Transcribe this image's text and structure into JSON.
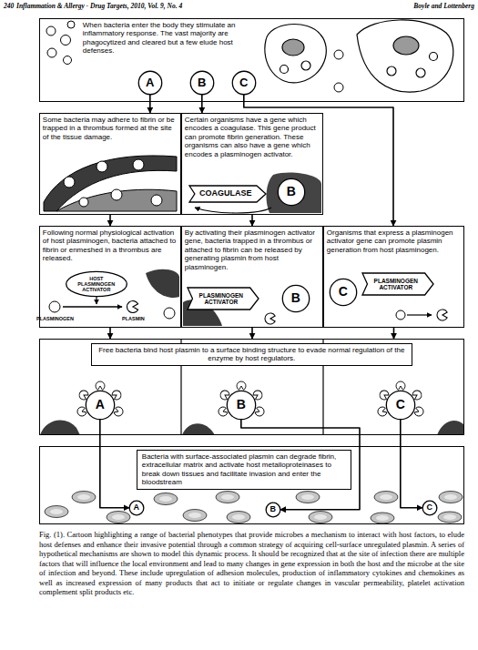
{
  "diagram": {
    "caption": "Fig. (1). Cartoon highlighting a range of bacterial phenotypes that provide microbes a mechanism to interact with host factors, to elude host defenses and enhance their invasive potential through a common strategy of acquiring cell-surface unregulated plasmin. A series of hypothetical mechanisms are shown to model this dynamic process. It should be recognized that at the site of infection there are multiple factors that will influence the local environment and lead to many changes in gene expression in both the host and the microbe at the site of infection and beyond. These include upregulation of adhesion molecules, production of inflammatory cytokines and chemokines as well as increased expression of many products that act to initiate or regulate changes in vascular permeability, platelet activation complement split products etc.",
    "nodes": [
      {
        "text": [
          "When bacteria enter the body they stimulate an inflammatory response. The vast majority are phagocytized and cleared but a few elude host defenses."
        ]
      },
      {
        "text": [
          "A"
        ],
        "in": 0
      },
      {
        "text": [
          "B"
        ],
        "in": 0
      },
      {
        "text": [
          "C"
        ],
        "in": 0
      },
      {
        "text": [
          "Some bacteria may adhere to fibrin or be trapped in a thrombus formed at the site of the tissue damage."
        ]
      },
      {
        "text": [
          "Certain organisms have a gene which encodes a coagulase. This gene product can promote fibrin generation. These organisms can also have a gene which encodes a plasminogen activator."
        ]
      },
      {
        "text": [
          "COAGULASE"
        ],
        "in": 5
      },
      {
        "text": [
          "B"
        ],
        "in": 5
      },
      {
        "text": [
          "Following normal physiological activation of host plasminogen, bacteria attached to fibrin or enmeshed in a thrombus are released."
        ]
      },
      {
        "text": [
          "HOST PLASMINOGEN ACTIVATOR"
        ],
        "in": 8
      },
      {
        "text": [
          "By activating their plasminogen activator gene, bacteria trapped in a thrombus or attached to fibrin can be released by generating plasmin from host plasminogen."
        ]
      },
      {
        "text": [
          "PLASMINOGEN ACTIVATOR"
        ],
        "in": 10
      },
      {
        "text": [
          "B"
        ],
        "in": 10
      },
      {
        "text": [
          "Organisms that express a plasminogen activator gene can promote plasmin generation from host plasminogen."
        ]
      },
      {
        "text": [
          "C"
        ],
        "in": 13
      },
      {
        "text": [
          "PLASMINOGEN ACTIVATOR"
        ],
        "in": 13
      },
      {
        "text": [
          "Free bacteria bind host plasmin to a surface binding structure to evade normal regulation of the enzyme by host regulators."
        ]
      },
      {
        "text": [
          "A"
        ],
        "in": 16
      },
      {
        "text": [
          "B"
        ],
        "in": 16
      },
      {
        "text": [
          "C"
        ],
        "in": 16
      },
      {
        "text": [
          "Bacteria with surface-associated plasmin can degrade fibrin, extracellular matrix and activate host metalloproteinases to break down tissues and facilitate invasion and enter the bloodstream"
        ]
      },
      {
        "text": [
          "A"
        ],
        "in": 20
      },
      {
        "text": [
          "B"
        ],
        "in": 20
      },
      {
        "text": [
          "C"
        ],
        "in": 20
      }
    ],
    "edges": [
      {
        "from": 1,
        "to": 4,
        "arrow": "to"
      },
      {
        "from": 2,
        "to": 5,
        "arrow": "to"
      },
      {
        "from": 3,
        "to": 13,
        "arrow": "to"
      },
      {
        "from": 4,
        "to": 8,
        "arrow": "to"
      },
      {
        "from": 5,
        "to": 10,
        "arrow": "to"
      },
      {
        "from": 8,
        "to": 16,
        "arrow": "to"
      },
      {
        "from": 10,
        "to": 16,
        "arrow": "to"
      },
      {
        "from": 13,
        "to": 16,
        "arrow": "to"
      },
      {
        "from": 17,
        "to": 21,
        "arrow": "to"
      },
      {
        "from": 18,
        "to": 22,
        "arrow": "to"
      },
      {
        "from": 19,
        "to": 23,
        "arrow": "to"
      }
    ],
    "labels": [
      "240",
      "Inflammation & Allergy - Drug Targets, 2010, Vol. 9, No. 4",
      "Boyle and Lottenberg",
      "PLASMINOGEN",
      "PLASMIN"
    ]
  }
}
